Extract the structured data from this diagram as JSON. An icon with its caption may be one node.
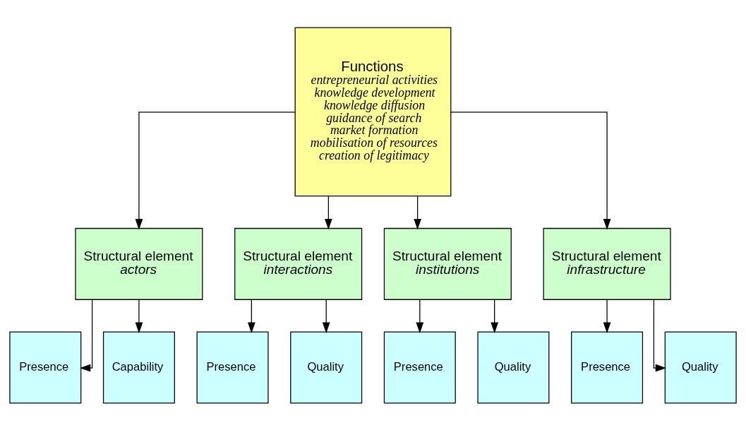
{
  "diagram": {
    "nodes": [
      {
        "text": [
          "Functions",
          "entrepreneurial activities",
          "knowledge development",
          "knowledge diffusion",
          "guidance of search",
          "market formation",
          "mobilisation of resources",
          "creation of legitimacy"
        ]
      },
      {
        "text": [
          "Structural element",
          "actors"
        ]
      },
      {
        "text": [
          "Structural element",
          "interactions"
        ]
      },
      {
        "text": [
          "Structural element",
          "institutions"
        ]
      },
      {
        "text": [
          "Structural element",
          "infrastructure"
        ]
      },
      {
        "text": [
          "Presence"
        ]
      },
      {
        "text": [
          "Capability"
        ]
      },
      {
        "text": [
          "Presence"
        ]
      },
      {
        "text": [
          "Quality"
        ]
      },
      {
        "text": [
          "Presence"
        ]
      },
      {
        "text": [
          "Quality"
        ]
      },
      {
        "text": [
          "Presence"
        ]
      },
      {
        "text": [
          "Quality"
        ]
      }
    ],
    "edges": [
      {
        "from": 0,
        "to": 1,
        "arrow": "to"
      },
      {
        "from": 0,
        "to": 2,
        "arrow": "to"
      },
      {
        "from": 0,
        "to": 3,
        "arrow": "to"
      },
      {
        "from": 0,
        "to": 4,
        "arrow": "to"
      },
      {
        "from": 1,
        "to": 5,
        "arrow": "to"
      },
      {
        "from": 1,
        "to": 6,
        "arrow": "to"
      },
      {
        "from": 2,
        "to": 7,
        "arrow": "to"
      },
      {
        "from": 2,
        "to": 8,
        "arrow": "to"
      },
      {
        "from": 3,
        "to": 9,
        "arrow": "to"
      },
      {
        "from": 3,
        "to": 10,
        "arrow": "to"
      },
      {
        "from": 4,
        "to": 11,
        "arrow": "to"
      },
      {
        "from": 4,
        "to": 12,
        "arrow": "to"
      }
    ]
  }
}
